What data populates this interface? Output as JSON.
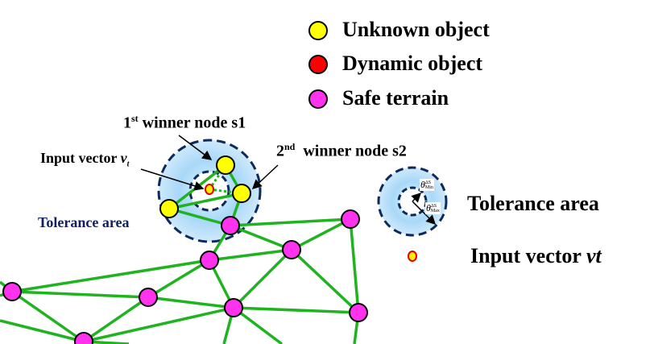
{
  "legend": {
    "items": [
      {
        "label": "Unknown object",
        "color": "#ffff00"
      },
      {
        "label": "Dynamic object",
        "color": "#ff0000"
      },
      {
        "label": "Safe terrain",
        "color": "#ff33ee"
      }
    ]
  },
  "labels": {
    "winner1_prefix": "1",
    "winner1_sup": "st",
    "winner1_text": " winner node s1",
    "winner2_prefix": "2",
    "winner2_sup": "nd",
    "winner2_text": "  winner node s2",
    "input_vector_left": "Input vector ",
    "input_vector_left_var": "v",
    "input_vector_left_sub": "t",
    "tolerance_left": "Tolerance area",
    "tolerance_right": "Tolerance area",
    "input_vector_right": "Input vector ",
    "input_vector_right_var": "vt",
    "theta_min": "θ",
    "theta_min_sup": "ΔS",
    "theta_min_sub": "Min",
    "theta_max": "θ",
    "theta_max_sup": "ΔS",
    "theta_max_sub": "Max"
  },
  "colors": {
    "edge": "#1fb31f",
    "tolerance_fill": "#a8d8f8",
    "tolerance_border": "#0d2a5c",
    "tolerance_text": "#102060",
    "input_vector_fill": "#ffee00",
    "input_vector_border": "#e00000"
  }
}
